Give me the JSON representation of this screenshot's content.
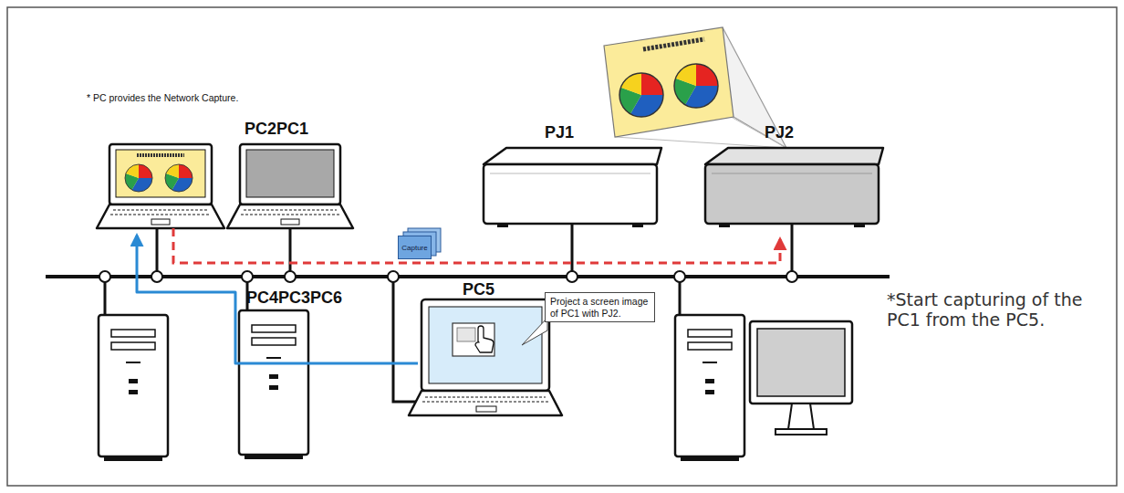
{
  "diagram": {
    "nodes": [
      {
        "text": [
          "Capture"
        ]
      },
      {
        "text": [
          "Project a screen image of PC1 with PJ2."
        ]
      }
    ],
    "labels": [
      "* PC provides the Network Capture.",
      "PC2PC1",
      "PJ1",
      "PJ2",
      "PC4PC3PC6",
      "PC5",
      "*Start capturing of the PC1 from the PC5."
    ]
  }
}
